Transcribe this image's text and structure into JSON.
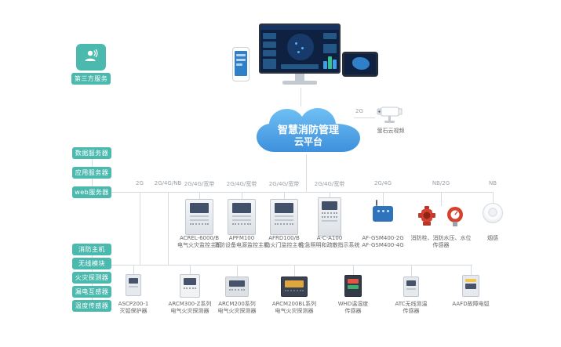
{
  "colors": {
    "teal": "#4cb9ae",
    "cloud_blue_light": "#6fc0f4",
    "cloud_blue_dark": "#3d90dc",
    "connector_line": "#d6dbe0",
    "device_red": "#d8402e",
    "label_text": "#666666",
    "network_text": "#98a0a8"
  },
  "third_party": {
    "label": "第三方服务",
    "icon": "person-headset-icon"
  },
  "cloud": {
    "title_line1": "智慧消防管理",
    "title_line2": "云平台"
  },
  "camera": {
    "network": "2G",
    "label": "萤石云视频",
    "icon": "cctv-camera-icon"
  },
  "server_badges": [
    {
      "label": "数据服务器"
    },
    {
      "label": "应用服务器"
    },
    {
      "label": "web服务器"
    }
  ],
  "category_badges": [
    {
      "label": "消防主机"
    },
    {
      "label": "无线模块"
    },
    {
      "label": "火灾探测器"
    },
    {
      "label": "漏电互感器"
    },
    {
      "label": "温度传感器"
    }
  ],
  "trunk_networks": [
    {
      "label": "2G"
    },
    {
      "label": "2G/4G/NB"
    }
  ],
  "middle_devices": [
    {
      "network": "2G/4G/宽带",
      "line1": "ACREL-6000/B",
      "line2": "电气火灾监控主机"
    },
    {
      "network": "2G/4G/宽带",
      "line1": "APFM100",
      "line2": "消防设备电源监控主机"
    },
    {
      "network": "2G/4G/宽带",
      "line1": "AFRD100/B",
      "line2": "防火门监控主机"
    },
    {
      "network": "2G/4G/宽带",
      "line1": "A-C-A100",
      "line2": "应急照明和疏散指示系统"
    },
    {
      "network": "2G/4G",
      "line1": "AF-GSM400-2G",
      "line2": "AF-GSM400-4G"
    },
    {
      "network": "NB/2G",
      "line1": "消防栓、消防水压、水位",
      "line2": "传感器"
    },
    {
      "network": "NB",
      "line1": "烟感",
      "line2": ""
    }
  ],
  "bottom_devices": [
    {
      "line1": "ASCP200-1",
      "line2": "灭弧保护器"
    },
    {
      "line1": "ARCM300-Z系列",
      "line2": "电气火灾探测器"
    },
    {
      "line1": "ARCM200系列",
      "line2": "电气火灾探测器"
    },
    {
      "line1": "ARCM200BL系列",
      "line2": "电气火灾探测器"
    },
    {
      "line1": "WHD温湿度",
      "line2": "传感器"
    },
    {
      "line1": "ATC无线测温",
      "line2": "传感器"
    },
    {
      "line1": "AAFD故障电弧",
      "line2": ""
    }
  ]
}
